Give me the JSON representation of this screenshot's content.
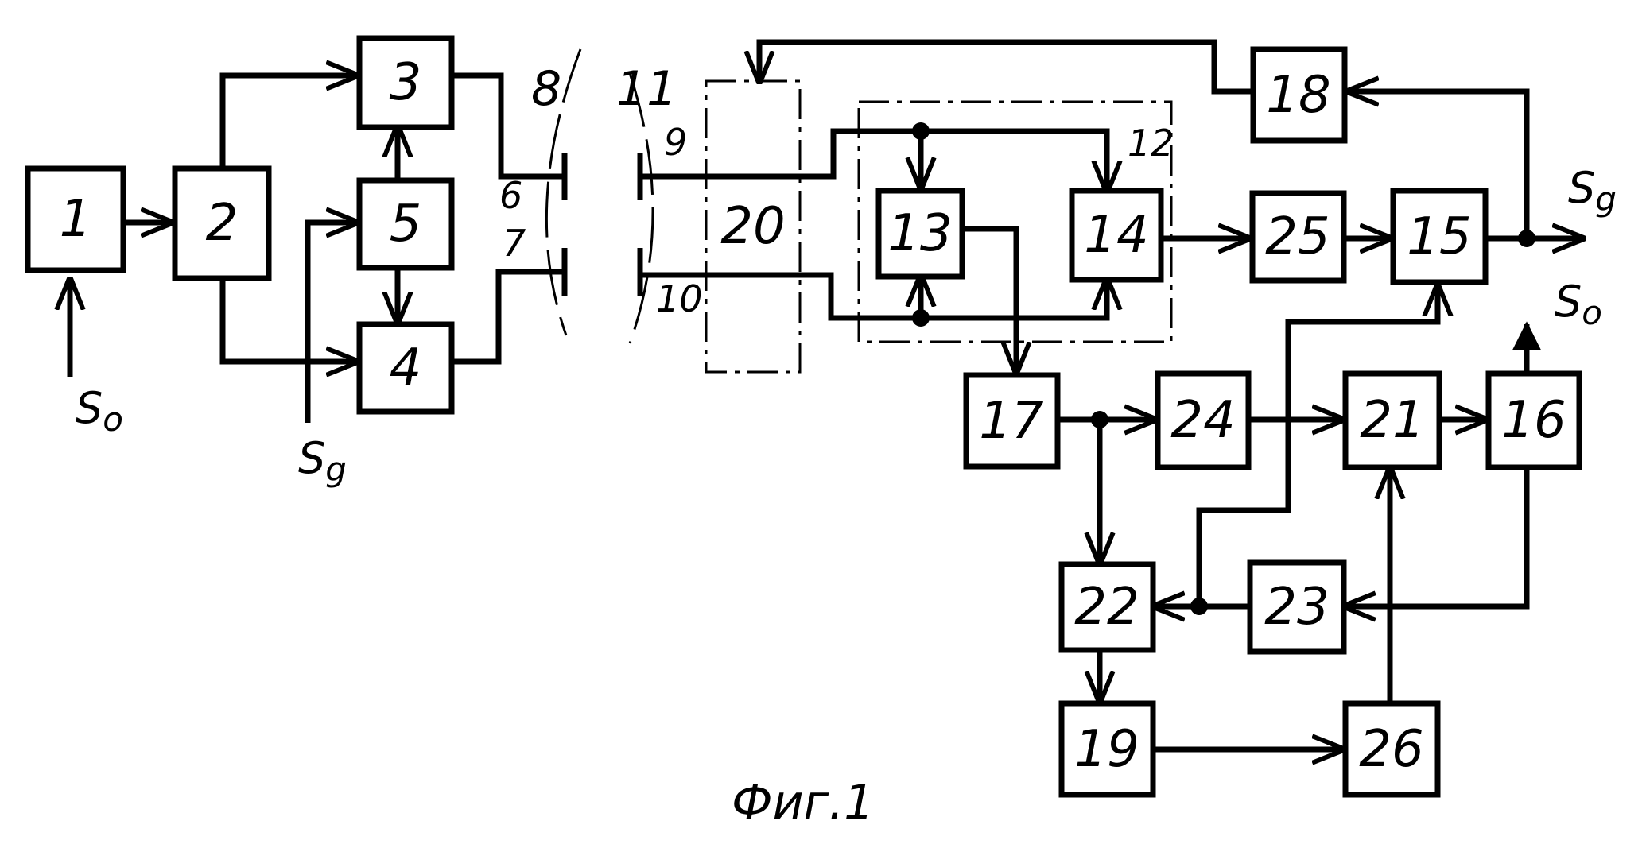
{
  "caption": "Фиг.1",
  "blocks": {
    "b1": "1",
    "b2": "2",
    "b3": "3",
    "b4": "4",
    "b5": "5",
    "b13": "13",
    "b14": "14",
    "b15": "15",
    "b16": "16",
    "b17": "17",
    "b18": "18",
    "b19": "19",
    "b20": "20",
    "b21": "21",
    "b22": "22",
    "b23": "23",
    "b24": "24",
    "b25": "25",
    "b26": "26"
  },
  "labels": {
    "n6": "6",
    "n7": "7",
    "n8": "8",
    "n9": "9",
    "n10": "10",
    "n11": "11",
    "n12": "12"
  },
  "signals": {
    "s_main": "S",
    "sub_o": "o",
    "sub_g": "g"
  }
}
